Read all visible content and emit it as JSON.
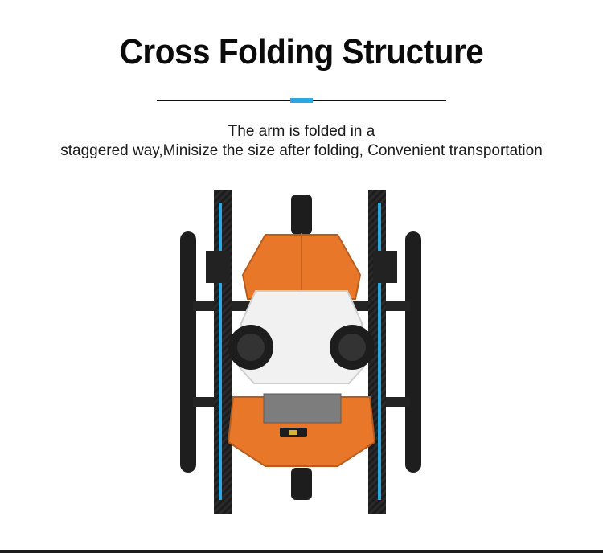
{
  "title": "Cross Folding Structure",
  "accent_color": "#2aa9e0",
  "description": {
    "line1": "The arm is folded in a",
    "line2": "staggered way,Minisize the size after folding, Convenient transportation"
  },
  "image": {
    "subject": "folded agricultural drone, top view",
    "colors": {
      "body_orange": "#e8772a",
      "tank_white": "#f3f3f3",
      "carbon": "#1b1b1b",
      "arm_highlight": "#2aa9e0"
    }
  }
}
